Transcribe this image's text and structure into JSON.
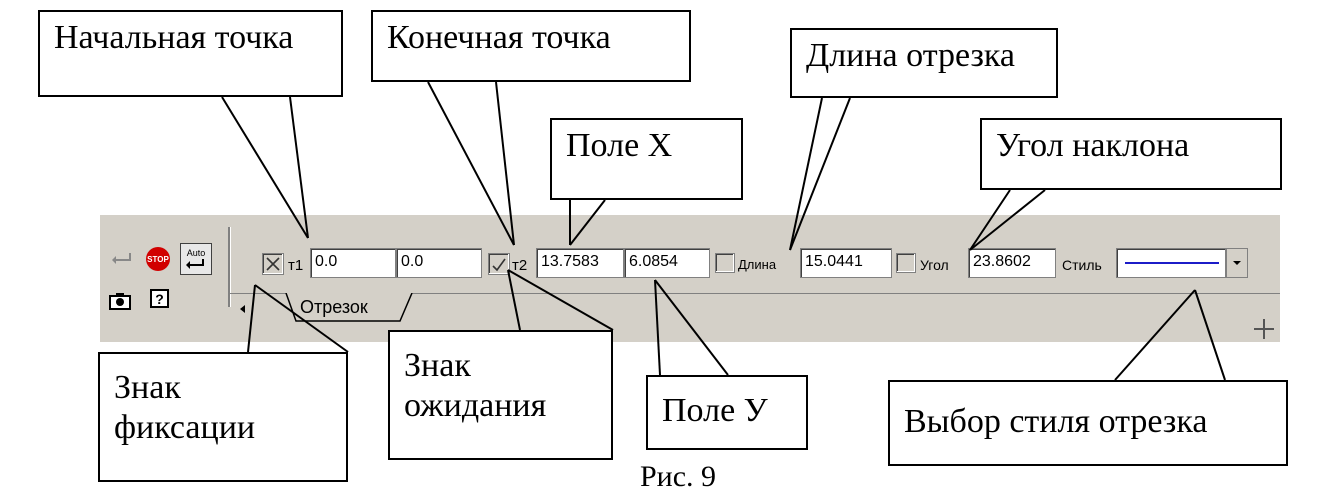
{
  "callouts": {
    "start_point": "Начальная точка",
    "end_point": "Конечная точка",
    "segment_length": "Длина отрезка",
    "field_x": "Поле Х",
    "slope_angle": "Угол наклона",
    "fix_sign_line1": "Знак",
    "fix_sign_line2": "фиксации",
    "wait_sign_line1": "Знак",
    "wait_sign_line2": "ожидания",
    "field_y": "Поле У",
    "style_select": "Выбор стиля отрезка"
  },
  "toolbar": {
    "t1_label": "т1",
    "t1_x": "0.0",
    "t1_y": "0.0",
    "t2_label": "т2",
    "t2_x": "13.7583",
    "t2_y": "6.0854",
    "length_label": "Длина",
    "length_value": "15.0441",
    "angle_label": "Угол",
    "angle_value": "23.8602",
    "style_label": "Стиль",
    "tab_label": "Отрезок",
    "auto_label": "Auto",
    "stop_label": "STOP"
  },
  "icons": {
    "enter": "enter-arrow-icon",
    "stop": "stop-icon",
    "auto": "auto-create-icon",
    "camera": "camera-icon",
    "help": "help-icon",
    "fix": "fixed-point-icon",
    "wait": "waiting-point-icon",
    "scroll_left": "scroll-left-icon",
    "plus": "plus-icon",
    "dropdown": "dropdown-arrow-icon"
  },
  "caption": "Рис. 9",
  "colors": {
    "toolbar_bg": "#d4d0c8",
    "style_line": "#1c1cc8",
    "stop_red": "#d10000"
  }
}
